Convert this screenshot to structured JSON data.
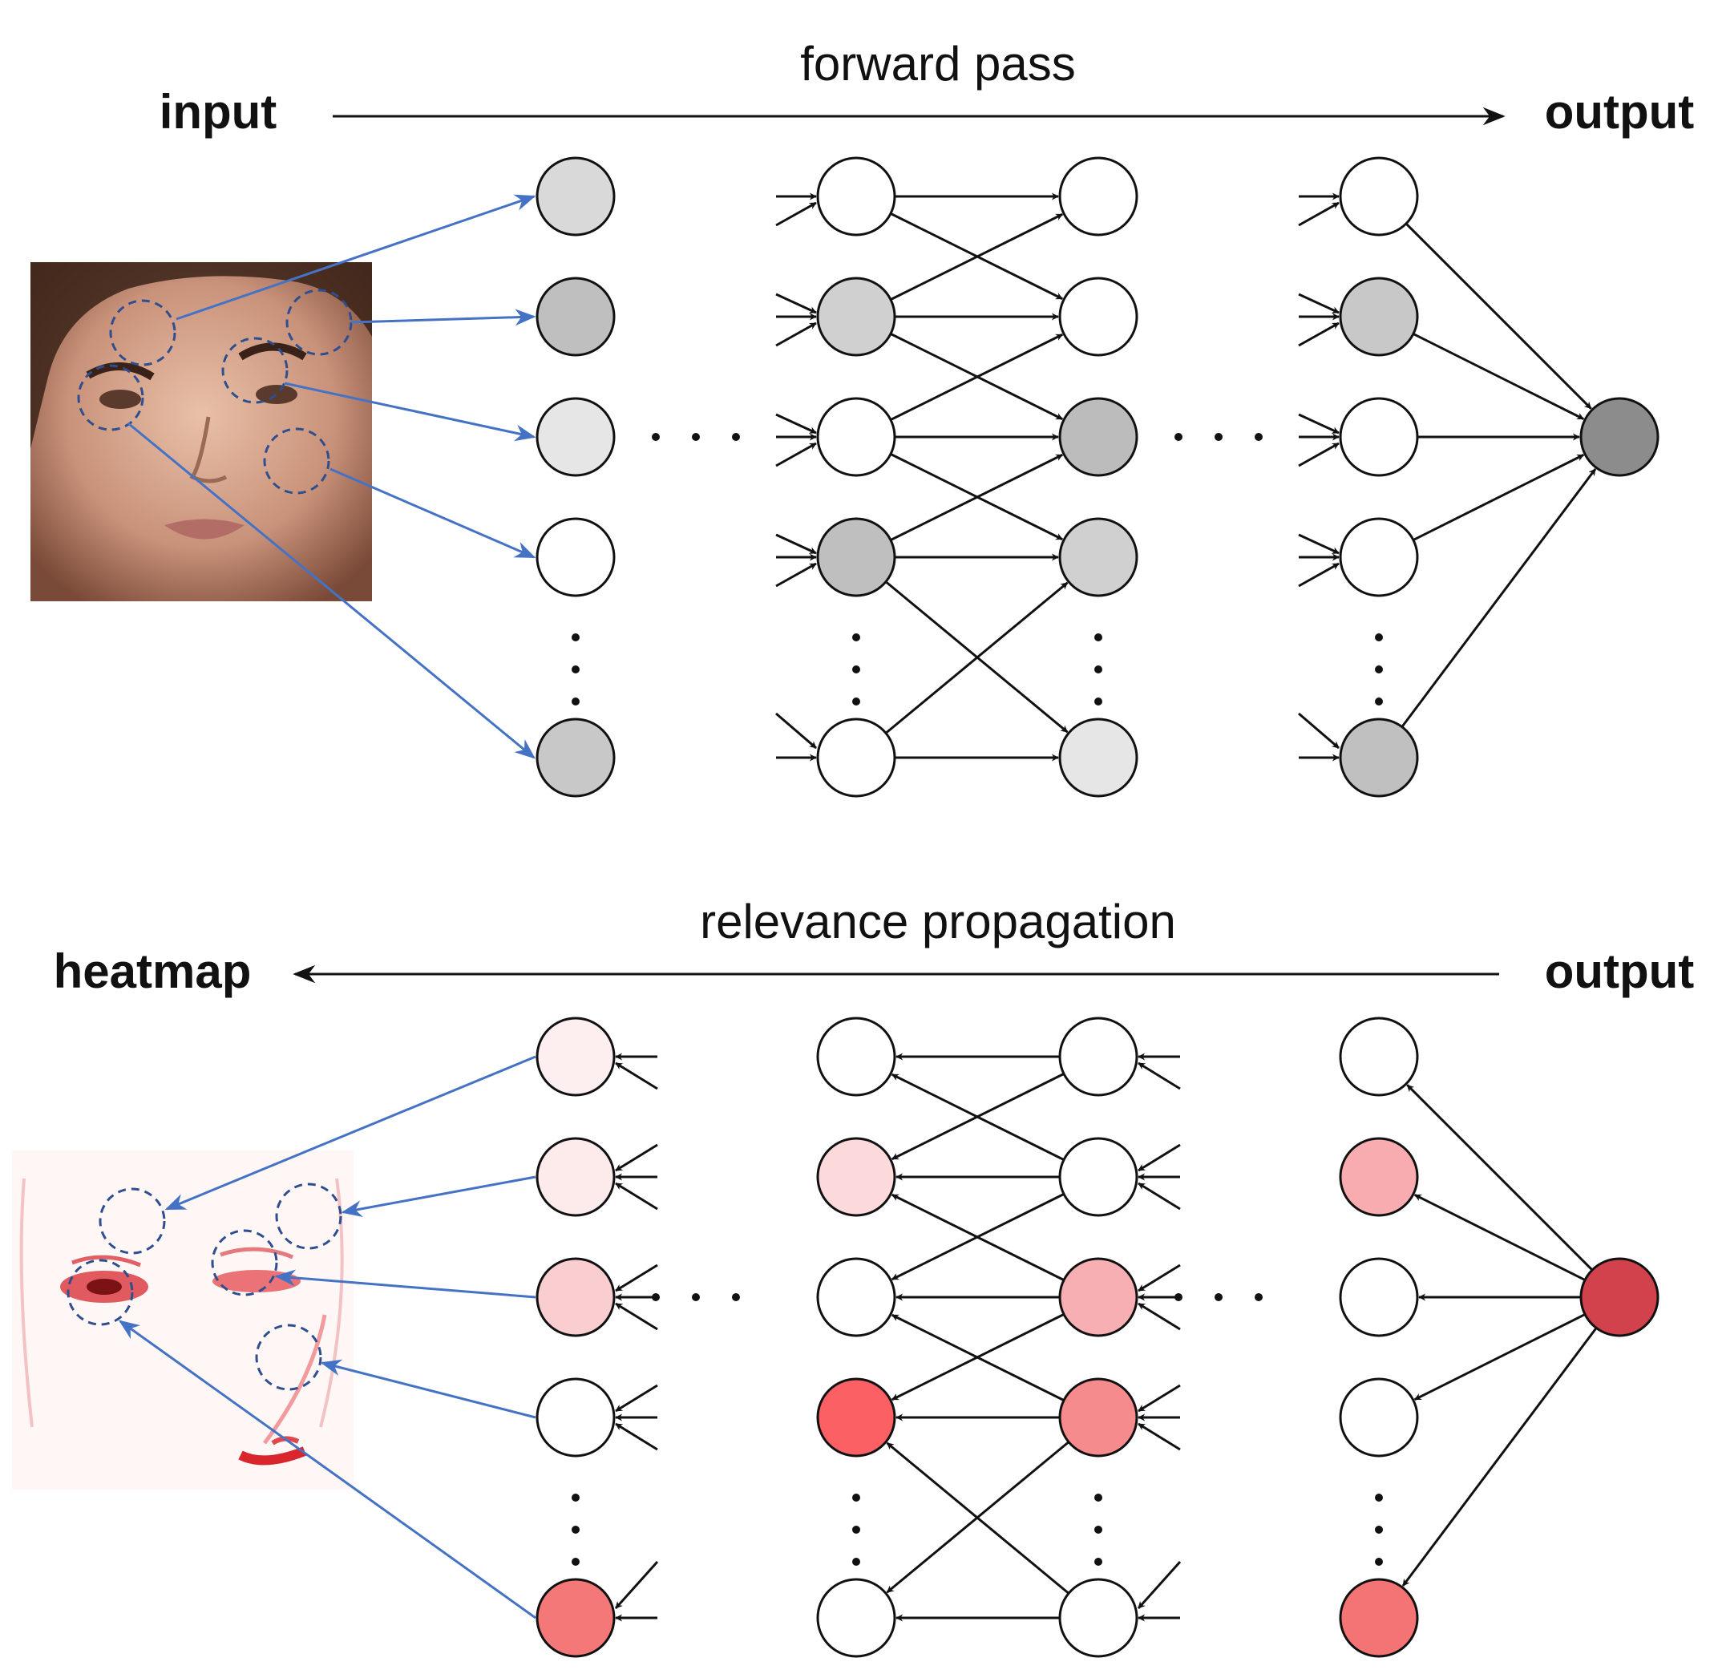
{
  "forward": {
    "input_label": "input",
    "caption": "forward pass",
    "output_label": "output",
    "input_image": "face-photo",
    "layer_fills": [
      [
        "#d9d9d9",
        "#bfbfbf",
        "#e6e6e6",
        "#ffffff",
        "#c8c8c8"
      ],
      [
        "#ffffff",
        "#d0d0d0",
        "#ffffff",
        "#bfbfbf",
        "#ffffff"
      ],
      [
        "#ffffff",
        "#ffffff",
        "#bcbcbc",
        "#d0d0d0",
        "#e6e6e6"
      ],
      [
        "#ffffff",
        "#c8c8c8",
        "#ffffff",
        "#ffffff",
        "#c0c0c0"
      ]
    ],
    "output_fill": "#8c8c8c"
  },
  "backward": {
    "heatmap_label": "heatmap",
    "caption": "relevance propagation",
    "output_label": "output",
    "input_image": "face-heatmap",
    "layer_fills": [
      [
        "#fdeef0",
        "#fdeaea",
        "#facdd1",
        "#ffffff",
        "#f47878"
      ],
      [
        "#ffffff",
        "#fcdadb",
        "#ffffff",
        "#fa6064",
        "#ffffff"
      ],
      [
        "#ffffff",
        "#ffffff",
        "#f8afb3",
        "#f68b8e",
        "#ffffff"
      ],
      [
        "#ffffff",
        "#f8acb0",
        "#ffffff",
        "#ffffff",
        "#f47476"
      ]
    ],
    "output_fill": "#d2424c"
  },
  "colors": {
    "accent_blue": "#4472c4",
    "dashed_circle": "#2e4e8f",
    "node_stroke": "#111111"
  }
}
